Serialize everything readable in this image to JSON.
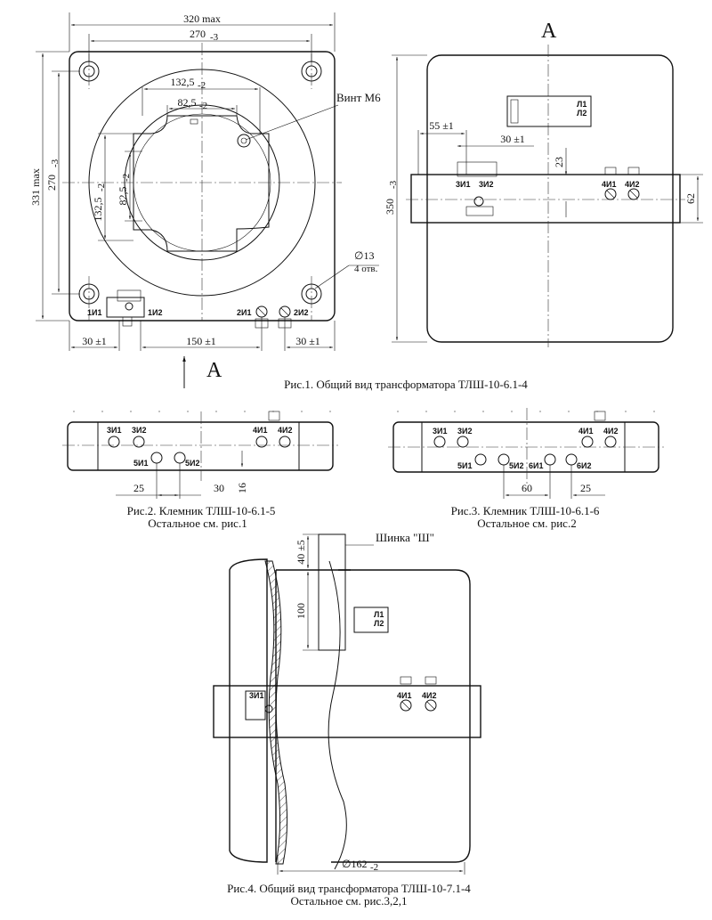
{
  "fig1": {
    "dims": {
      "width_max": "320 max",
      "width_holes": "270",
      "width_holes_tol": "-3",
      "window_outer": "132,5",
      "window_outer_tol": "-2",
      "window_inner": "82,5",
      "window_inner_tol": "-2",
      "height_max": "331 max",
      "height_holes": "270",
      "height_holes_tol": "-3",
      "vwindow_outer": "132,5",
      "vwindow_outer_tol": "-2",
      "vwindow_inner": "82,5",
      "vwindow_inner_tol": "-2",
      "bottom_left": "30 ±1",
      "bottom_mid": "150 ±1",
      "bottom_right": "30 ±1",
      "hole_dia": "∅13",
      "hole_count": "4 отв."
    },
    "labels": {
      "screw": "Винт М6",
      "t1": "1И1",
      "t2": "1И2",
      "t3": "2И1",
      "t4": "2И2",
      "view_letter": "А"
    },
    "caption": "Рис.1. Общий вид трансформатора ТЛШ-10-6.1-4"
  },
  "viewA": {
    "title": "А",
    "dims": {
      "height": "350",
      "height_tol": "-3",
      "d55": "55 ±1",
      "d30": "30 ±1",
      "d23": "23",
      "d62": "62"
    },
    "plate": {
      "l1": "Л1",
      "l2": "Л2"
    },
    "terminals": [
      "3И1",
      "3И2",
      "4И1",
      "4И2"
    ]
  },
  "fig2": {
    "terminals": [
      "3И1",
      "3И2",
      "4И1",
      "4И2",
      "5И1",
      "5И2"
    ],
    "dims": {
      "d25": "25",
      "d30": "30",
      "d16": "16"
    },
    "caption1": "Рис.2. Клемник ТЛШ-10-6.1-5",
    "caption2": "Остальное см. рис.1"
  },
  "fig3": {
    "terminals": [
      "3И1",
      "3И2",
      "4И1",
      "4И2",
      "5И1",
      "5И2",
      "6И1",
      "6И2"
    ],
    "dims": {
      "d60": "60",
      "d25": "25"
    },
    "caption1": "Рис.3. Клемник ТЛШ-10-6.1-6",
    "caption2": "Остальное см. рис.2"
  },
  "fig4": {
    "bus_label": "Шинка \"Ш\"",
    "dims": {
      "d40": "40 ±5",
      "d100": "100",
      "d162": "∅162",
      "d162_tol": "-2"
    },
    "plate": {
      "l1": "Л1",
      "l2": "Л2"
    },
    "terminals": [
      "3И1",
      "4И1",
      "4И2"
    ],
    "caption1": "Рис.4. Общий вид трансформатора ТЛШ-10-7.1-4",
    "caption2": "Остальное см. рис.3,2,1"
  }
}
